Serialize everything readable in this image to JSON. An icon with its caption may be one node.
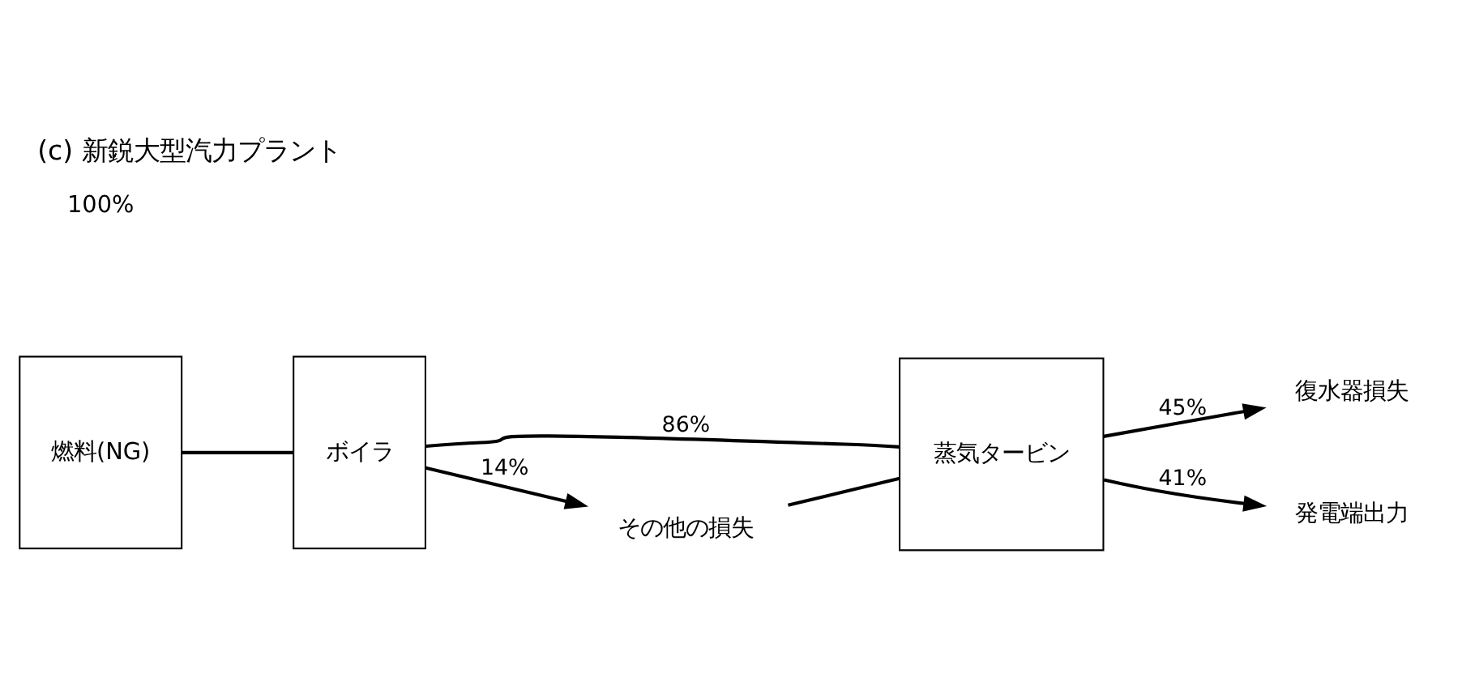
{
  "diagram": {
    "title": "(c) 新鋭大型汽力プラント",
    "nodes": [
      {
        "text": [
          "燃料(NG)"
        ]
      },
      {
        "text": [
          "ボイラ"
        ]
      },
      {
        "text": [
          "蒸気タービン"
        ]
      },
      {
        "text": [
          "復水器損失"
        ]
      },
      {
        "text": [
          "発電端出力"
        ]
      },
      {
        "text": [
          "その他の損失"
        ]
      }
    ],
    "edges": [
      {
        "from": 0,
        "to": 1,
        "arrow": "none"
      },
      {
        "from": 1,
        "to": 2,
        "arrow": "none",
        "label": "86%"
      },
      {
        "from": 1,
        "to": 5,
        "arrow": "to",
        "label": "14%"
      },
      {
        "from": 2,
        "to": 3,
        "arrow": "to",
        "label": "45%"
      },
      {
        "from": 2,
        "to": 4,
        "arrow": "to",
        "label": "41%"
      },
      {
        "from": 5,
        "to": 2,
        "arrow": "none"
      }
    ],
    "labels": [
      "100%"
    ]
  }
}
